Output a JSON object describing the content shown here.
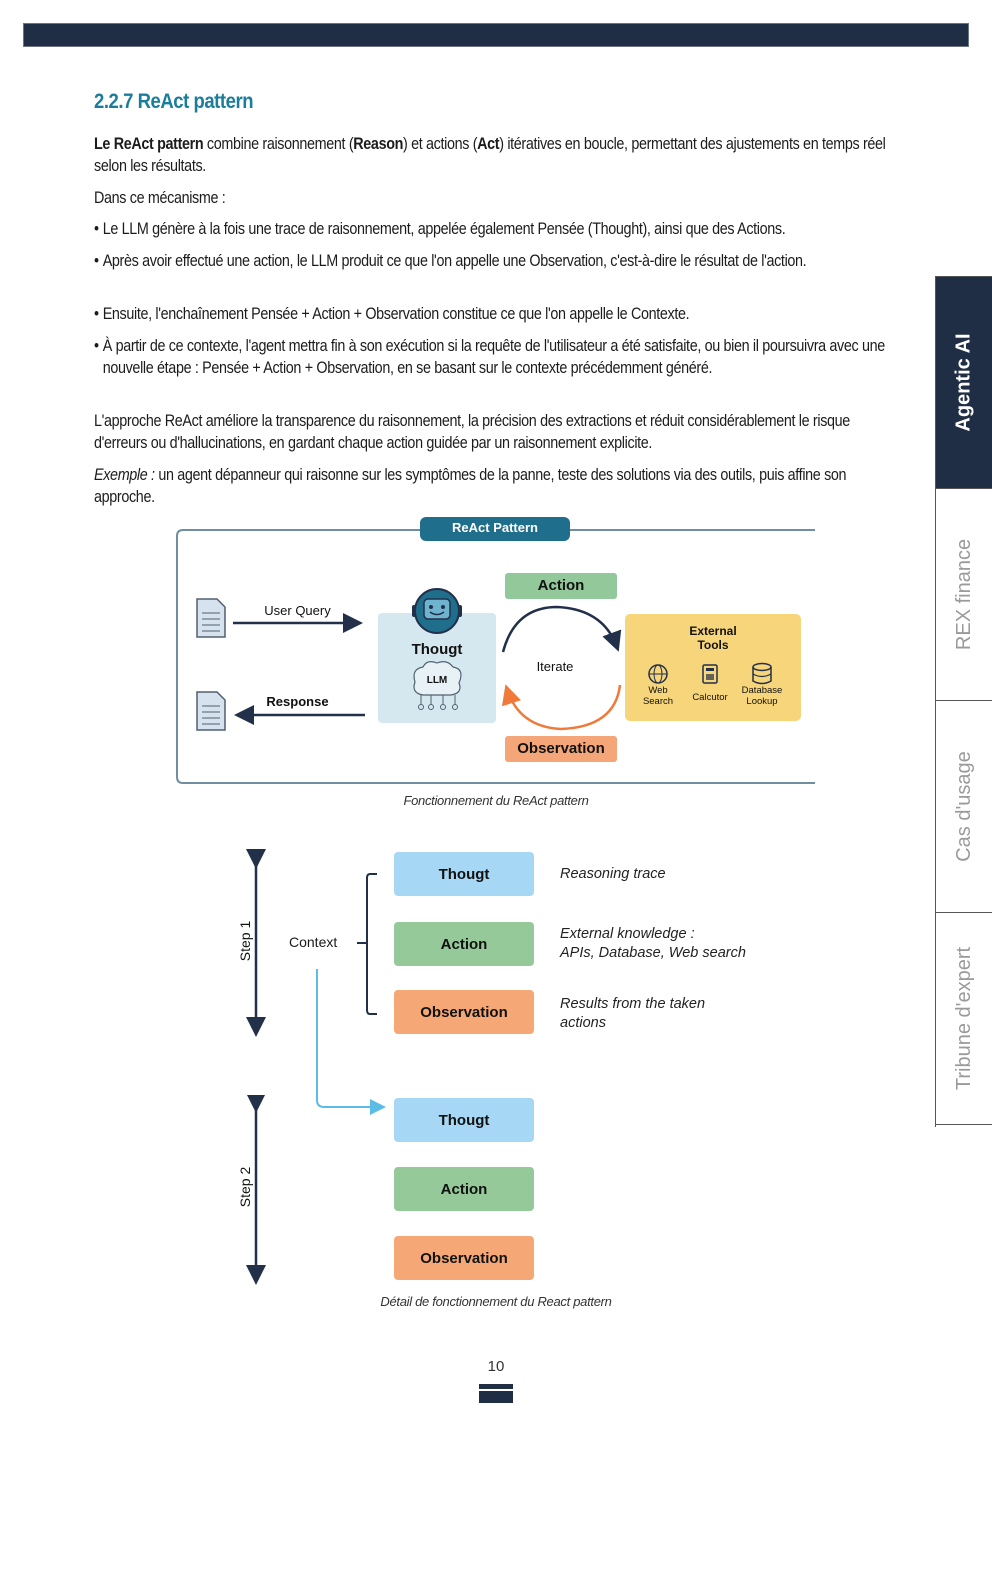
{
  "header": {
    "bar_color": "#1f2e45"
  },
  "section": {
    "title": "2.2.7 ReAct pattern",
    "intro_bold": "Le ReAct pattern",
    "intro_rest_1": " combine raisonnement (",
    "intro_reason": "Reason",
    "intro_rest_2": ") et actions (",
    "intro_act": "Act",
    "intro_rest_3": ") itératives en boucle, permettant des ajustements en temps réel selon les résultats.",
    "mechanism_lead": "Dans ce mécanisme :",
    "bullets": [
      "Le LLM génère à la fois une trace de raisonnement, appelée également Pensée (Thought), ainsi que des Actions.",
      "Après avoir effectué une action, le LLM produit ce que l'on appelle une Observation, c'est-à-dire le résultat de l'action.",
      "Ensuite, l'enchaînement Pensée + Action + Observation constitue ce que l'on appelle le Contexte.",
      "À partir de ce contexte, l'agent mettra fin à son exécution si la requête de l'utilisateur a été satisfaite, ou bien il poursuivra avec une nouvelle étape : Pensée + Action + Observation, en se basant sur le contexte précédemment généré."
    ],
    "conclusion": "L'approche ReAct améliore la transparence du raisonnement, la précision des extractions et réduit considérablement le risque d'erreurs ou d'hallucinations, en gardant chaque action guidée par un raisonnement explicite.",
    "example_label": "Exemple :",
    "example_text": " un agent dépanneur qui raisonne sur les symptômes de la panne, teste des solutions via des outils, puis affine son approche."
  },
  "sidebar": {
    "tabs": [
      {
        "label": "Agentic AI",
        "active": true
      },
      {
        "label": "REX finance",
        "active": false
      },
      {
        "label": "Cas d'usage",
        "active": false
      },
      {
        "label": "Tribune d'expert",
        "active": false
      }
    ]
  },
  "figure1": {
    "title": "ReAct Pattern",
    "user_query": "User Query",
    "response": "Response",
    "thought": "Thougt",
    "llm": "LLM",
    "action": "Action",
    "iterate": "Iterate",
    "observation": "Observation",
    "tools_title_1": "External",
    "tools_title_2": "Tools",
    "tools": [
      {
        "icon": "globe-icon",
        "label_1": "Web",
        "label_2": "Search"
      },
      {
        "icon": "calculator-icon",
        "label_1": "Calcutor",
        "label_2": ""
      },
      {
        "icon": "database-icon",
        "label_1": "Database",
        "label_2": "Lookup"
      }
    ],
    "caption": "Fonctionnement du ReAct pattern",
    "colors": {
      "title_bg": "#1f6e8c",
      "thought_bg": "#d6e8ef",
      "action_bg": "#93c99a",
      "obs_bg": "#f4a679",
      "tools_bg": "#f7d57a"
    }
  },
  "figure2": {
    "context": "Context",
    "step1": "Step 1",
    "step2": "Step 2",
    "step1_boxes": [
      "Thougt",
      "Action",
      "Observation"
    ],
    "step2_boxes": [
      "Thougt",
      "Action",
      "Observation"
    ],
    "descriptions": {
      "thought": "Reasoning trace",
      "action_1": "External knowledge :",
      "action_2": "APIs, Database, Web search",
      "obs_1": "Results from the taken",
      "obs_2": "actions"
    },
    "caption": "Détail de fonctionnement du React pattern"
  },
  "footer": {
    "page_number": "10"
  }
}
